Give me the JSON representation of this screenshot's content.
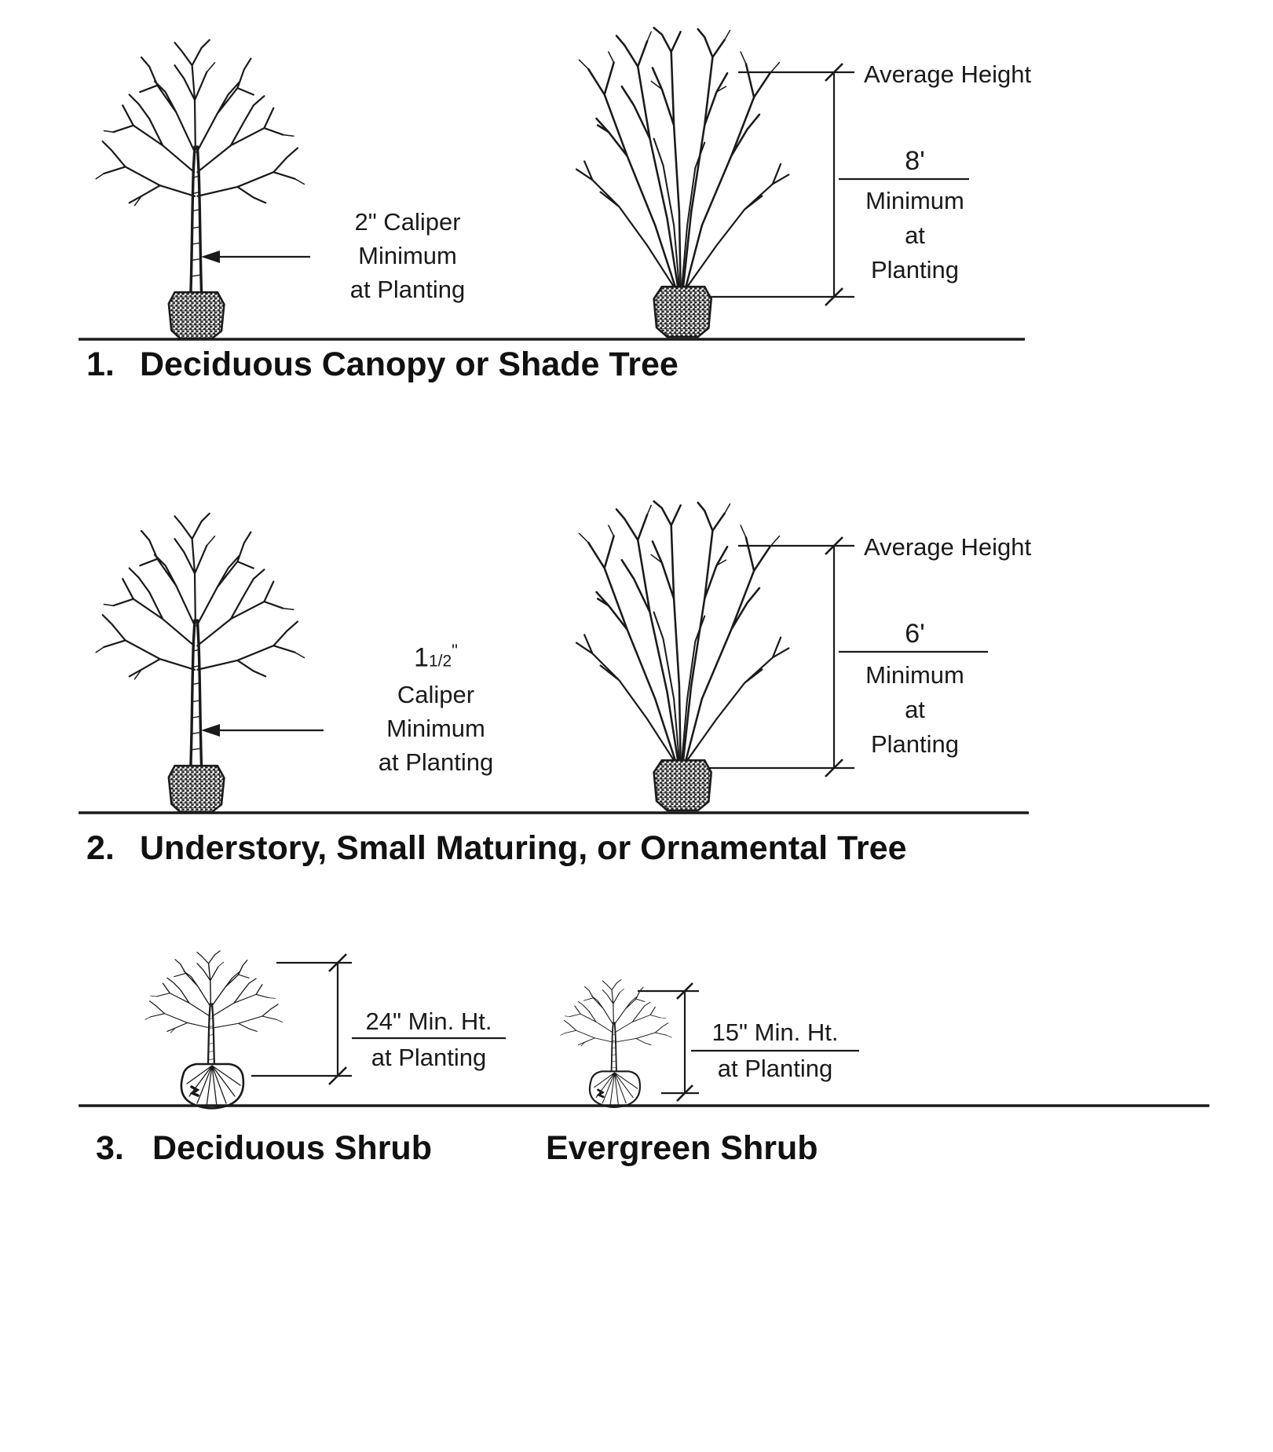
{
  "figure": {
    "ink_color": "#1a1a1a",
    "background": "#ffffff"
  },
  "sections": [
    {
      "number": "1.",
      "title": "Deciduous Canopy or Shade Tree",
      "caliper": {
        "line1": "2\" Caliper",
        "line2": "Minimum",
        "line3": "at Planting"
      },
      "height": {
        "average": "Average Height",
        "value": "8'",
        "min1": "Minimum",
        "min2": "at",
        "min3": "Planting"
      }
    },
    {
      "number": "2.",
      "title": "Understory, Small Maturing, or Ornamental  Tree",
      "caliper": {
        "value_main": "1",
        "value_frac": "1/2",
        "value_unit": "\"",
        "line2": "Caliper",
        "line3": "Minimum",
        "line4": "at Planting"
      },
      "height": {
        "average": "Average Height",
        "value": "6'",
        "min1": "Minimum",
        "min2": "at",
        "min3": "Planting"
      }
    },
    {
      "number": "3.",
      "title_left": "Deciduous Shrub",
      "title_right": "Evergreen Shrub",
      "left_dim": {
        "line1": "24\" Min. Ht.",
        "line2": "at Planting"
      },
      "right_dim": {
        "line1": "15\" Min. Ht.",
        "line2": "at Planting"
      }
    }
  ]
}
